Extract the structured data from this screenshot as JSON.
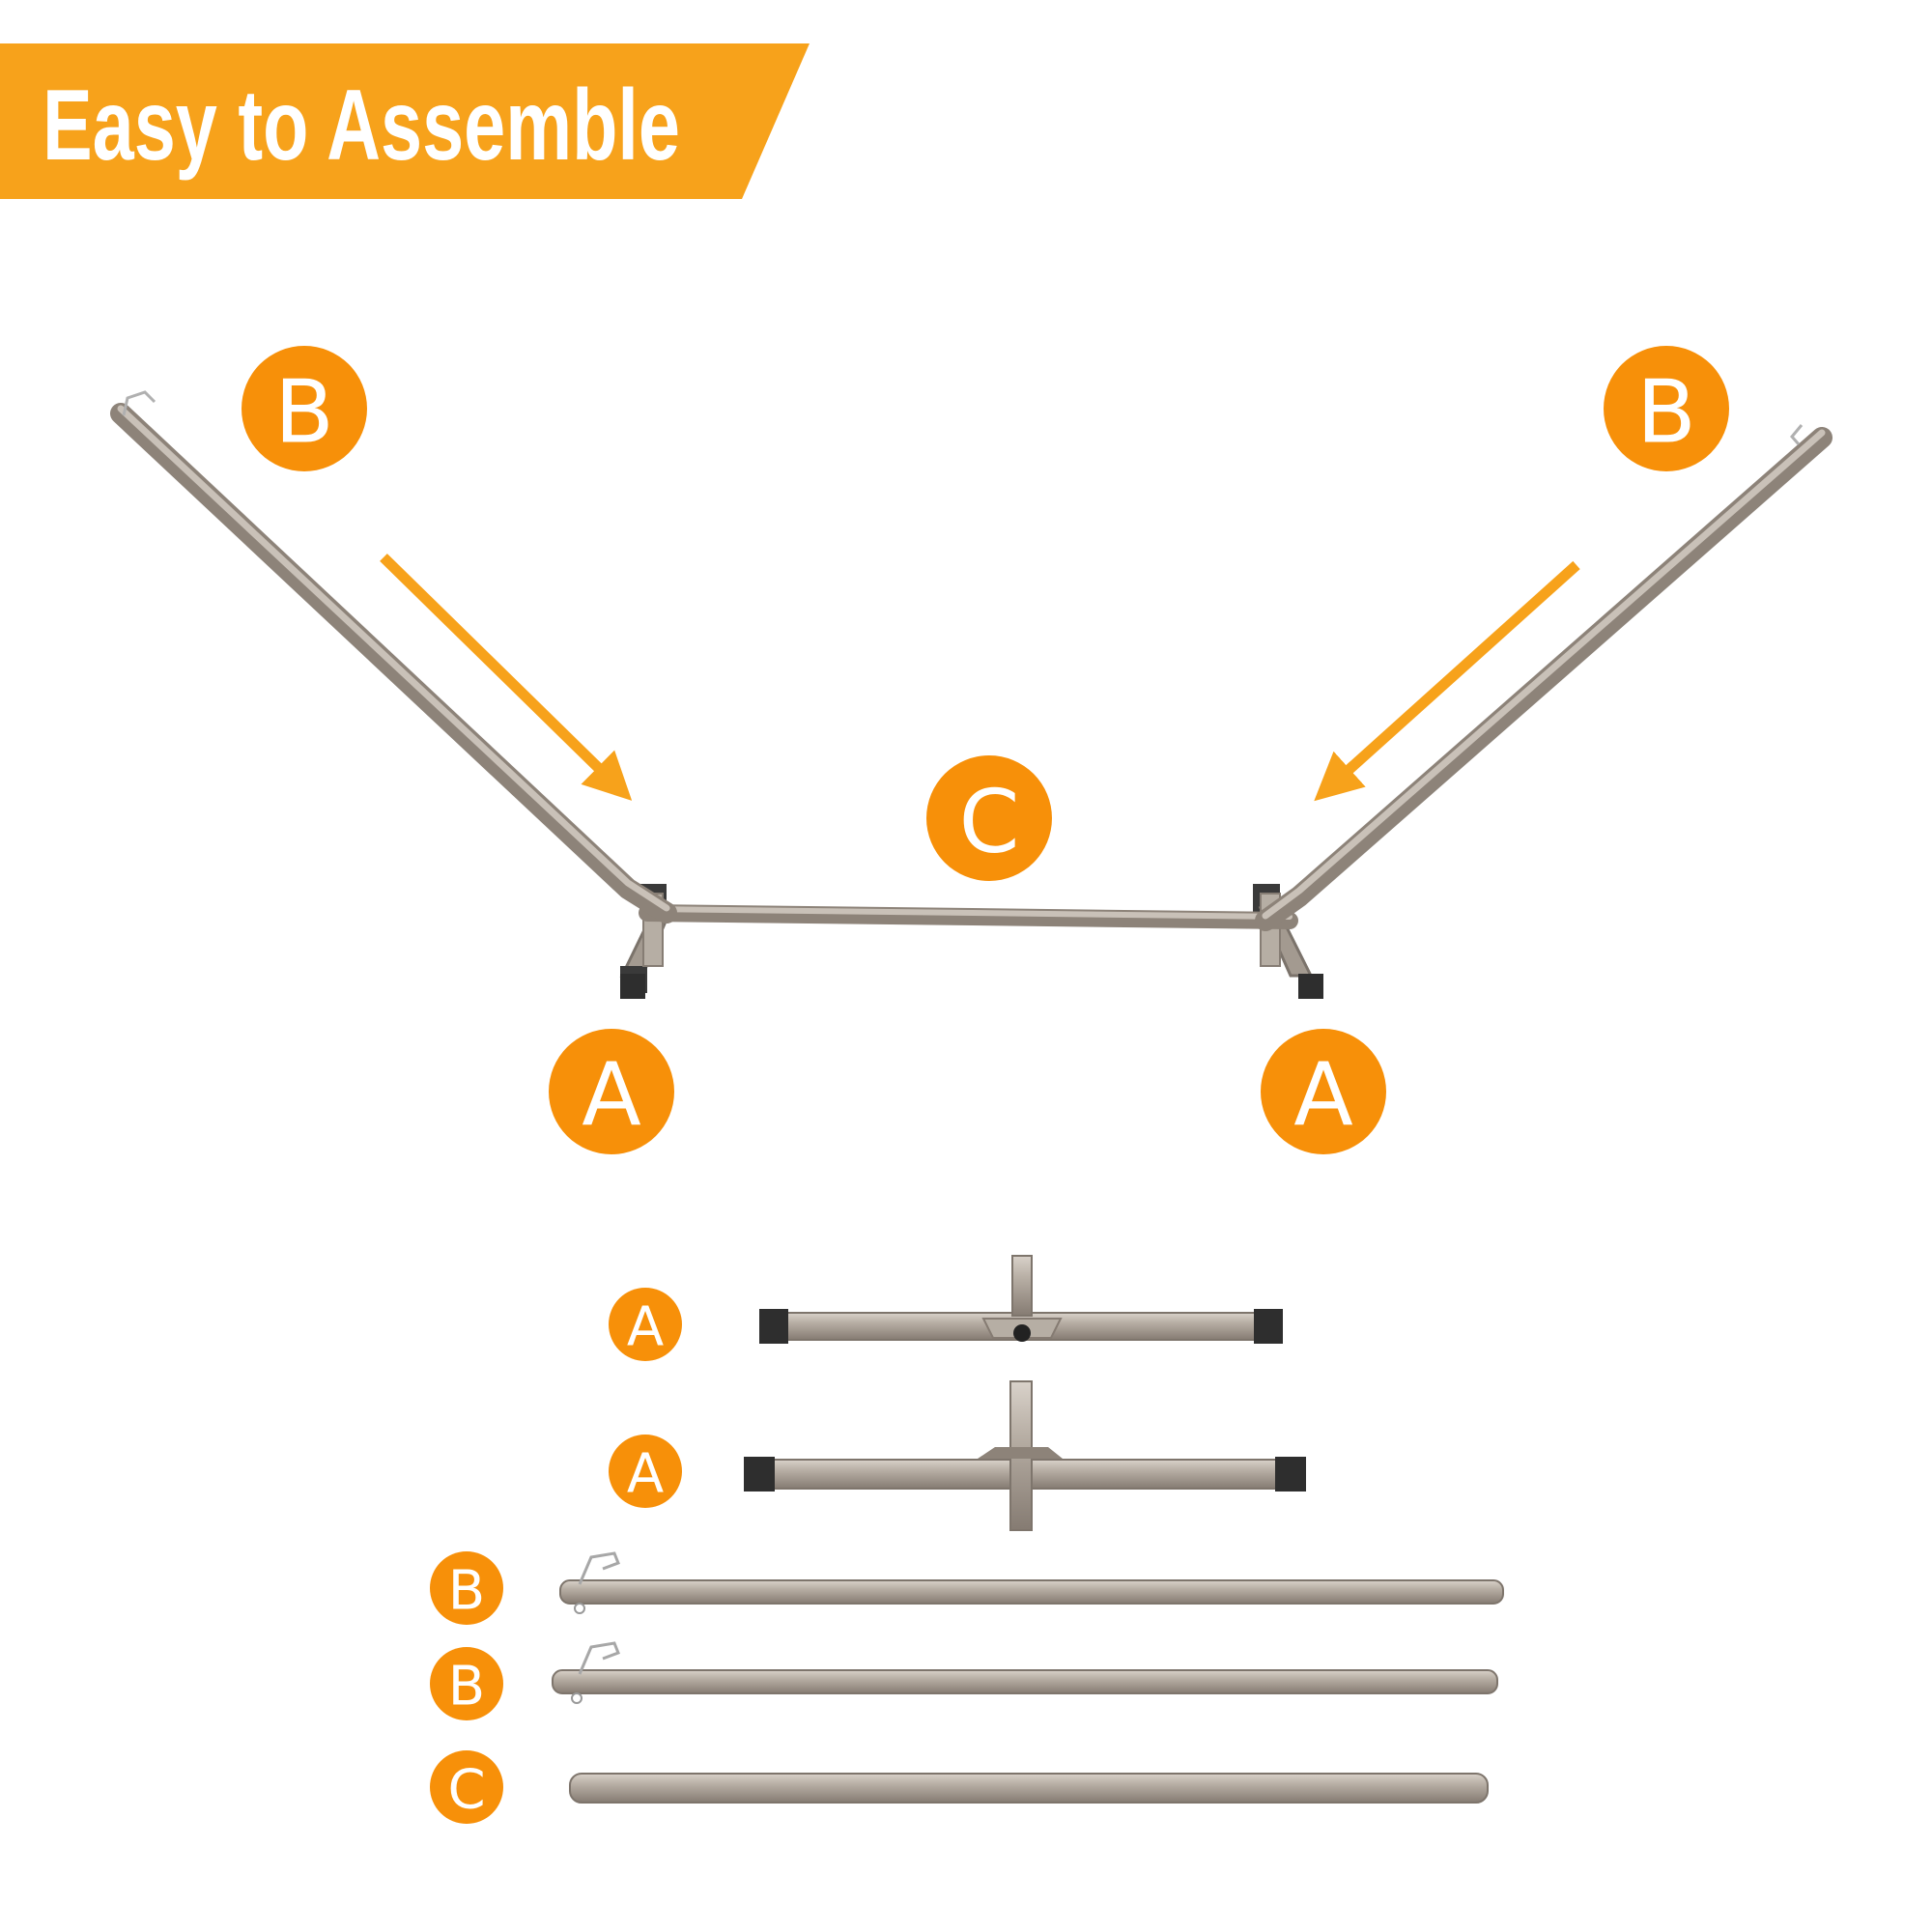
{
  "banner": {
    "title": "Easy to Assemble"
  },
  "colors": {
    "accent": "#F7A21B",
    "badge": "#F79009",
    "steel": "#B0A79D",
    "steel_dark": "#8D8379",
    "cap": "#3B3B3B"
  },
  "assembly": {
    "label_left_upright": "B",
    "label_right_upright": "B",
    "label_crossbar": "C",
    "label_left_base": "A",
    "label_right_base": "A"
  },
  "parts": [
    {
      "label": "A"
    },
    {
      "label": "A"
    },
    {
      "label": "B"
    },
    {
      "label": "B"
    },
    {
      "label": "C"
    }
  ]
}
